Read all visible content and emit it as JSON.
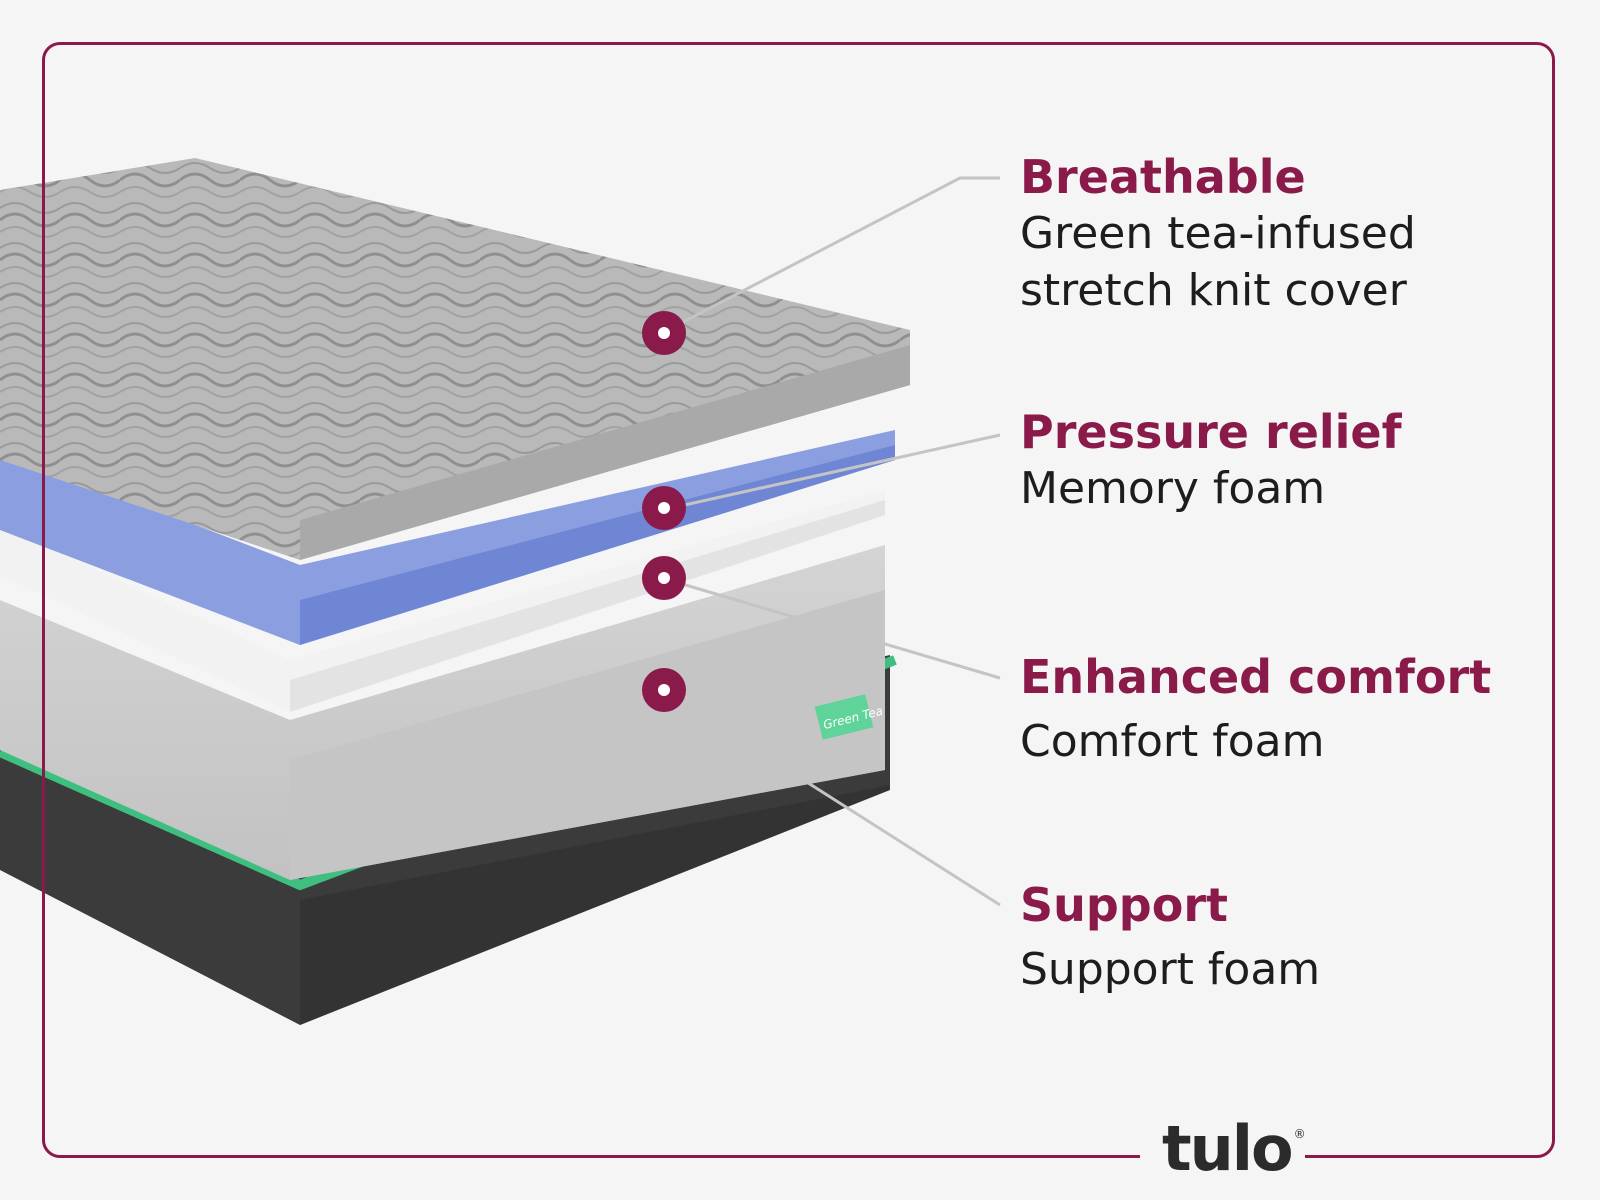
{
  "brand": {
    "name": "tulo",
    "accent_color": "#8a1a4a",
    "registered_mark": "®"
  },
  "mattress": {
    "tag_label": "Green Tea"
  },
  "layers": [
    {
      "title": "Breathable",
      "description_lines": [
        "Green tea-infused",
        "stretch knit cover"
      ]
    },
    {
      "title": "Pressure relief",
      "description_lines": [
        "Memory foam"
      ]
    },
    {
      "title": "Enhanced comfort",
      "description_lines": [
        "Comfort foam"
      ]
    },
    {
      "title": "Support",
      "description_lines": [
        "Support foam"
      ]
    }
  ]
}
